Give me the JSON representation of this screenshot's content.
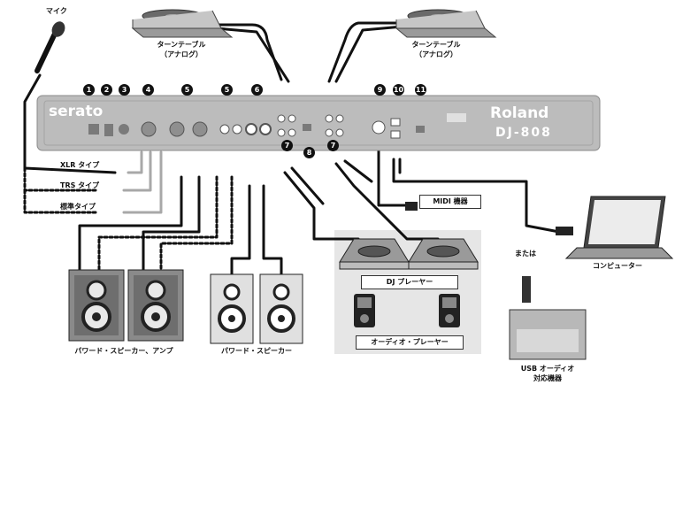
{
  "mixer": {
    "brand_left": "serato",
    "brand_right": "Roland",
    "model": "DJ-808"
  },
  "port_numbers": [
    "1",
    "2",
    "3",
    "4",
    "5",
    "5",
    "6",
    "7",
    "7",
    "8",
    "9",
    "10",
    "11"
  ],
  "labels": {
    "mic": "マイク",
    "turntable_left_line1": "ターンテーブル",
    "turntable_left_line2": "（アナログ）",
    "turntable_right_line1": "ターンテーブル",
    "turntable_right_line2": "（アナログ）",
    "xlr": "XLR タイプ",
    "trs": "TRS タイプ",
    "standard": "標準タイプ",
    "midi_device": "MIDI 機器",
    "computer": "コンピューター",
    "or": "または",
    "dj_player": "DJ プレーヤー",
    "audio_player": "オーディオ・プレーヤー",
    "powered_speaker_amp": "パワード・スピーカー、アンプ",
    "powered_speaker": "パワード・スピーカー",
    "usb_audio_line1": "USB オーディオ",
    "usb_audio_line2": "対応機器"
  },
  "colors": {
    "panel": "#bcbcbc",
    "cable": "#111111",
    "cable_gray": "#a8a8a8",
    "player_bg": "#e6e6e6"
  }
}
